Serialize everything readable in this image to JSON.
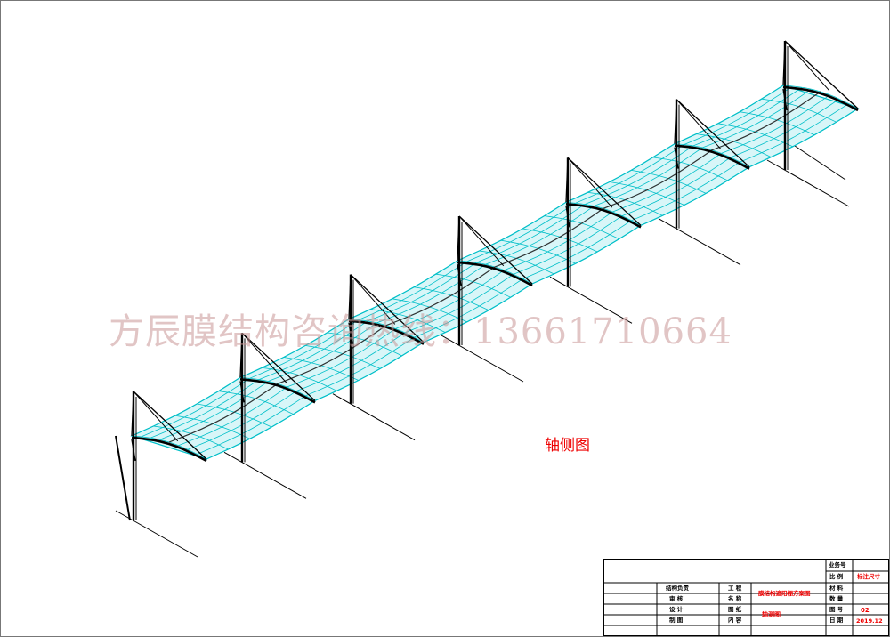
{
  "watermark": "方辰膜结构咨询热线：13661710664",
  "view_label": "轴侧图",
  "colors": {
    "membrane": "#00bfc8",
    "membrane_fill": "#d8f6f8",
    "steel": "#000000",
    "annotation": "#ee0000"
  },
  "title_block": {
    "business_no_label": "业务号",
    "scale_label": "比 例",
    "scale_value": "标注尺寸",
    "material_label": "材 料",
    "quantity_label": "数 量",
    "drawing_no_label": "图 号",
    "drawing_no_value": "02",
    "date_label": "日 期",
    "date_value": "2019.12",
    "structure_lead_label": "结构负责",
    "review_label": "审 核",
    "design_label": "设 计",
    "draft_label": "制 图",
    "project_label_1": "工 程",
    "project_label_2": "名 称",
    "project_name": "膜结构遮阳棚方案图",
    "sheet_label_1": "图 纸",
    "sheet_label_2": "内 容",
    "sheet_content": "轴测图"
  }
}
